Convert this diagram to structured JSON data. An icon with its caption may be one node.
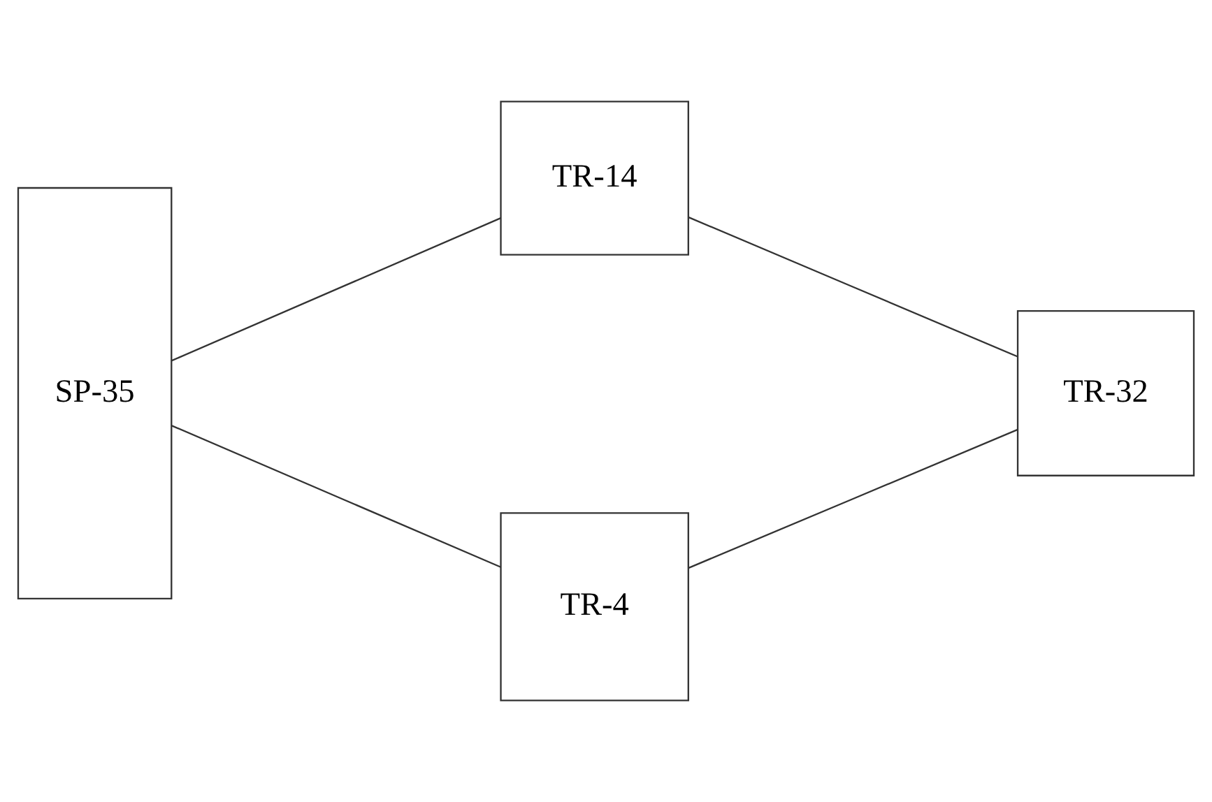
{
  "diagram": {
    "nodes": [
      {
        "text": [
          "SP-35"
        ]
      },
      {
        "text": [
          "TR-14"
        ]
      },
      {
        "text": [
          "TR-4"
        ]
      },
      {
        "text": [
          "TR-32"
        ]
      }
    ],
    "edges": [
      {
        "from": 0,
        "to": 1,
        "arrow": "none"
      },
      {
        "from": 0,
        "to": 2,
        "arrow": "none"
      },
      {
        "from": 1,
        "to": 3,
        "arrow": "none"
      },
      {
        "from": 2,
        "to": 3,
        "arrow": "none"
      }
    ]
  }
}
